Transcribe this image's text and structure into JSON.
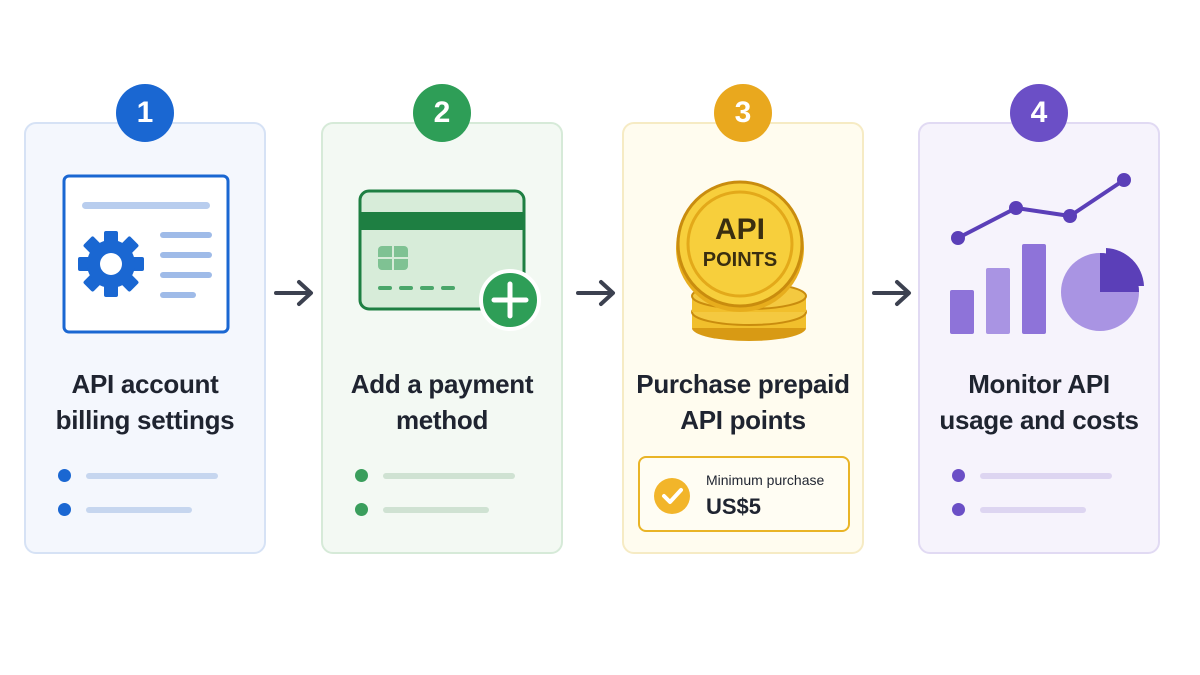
{
  "steps": [
    {
      "number": "1",
      "title_line1": "API account",
      "title_line2": "billing settings",
      "accent": "#1a67d2",
      "icon": "settings-window-icon"
    },
    {
      "number": "2",
      "title_line1": "Add a payment",
      "title_line2": "method",
      "accent": "#2e9e57",
      "icon": "credit-card-add-icon"
    },
    {
      "number": "3",
      "title_line1": "Purchase prepaid",
      "title_line2": "API points",
      "accent": "#e9a81e",
      "icon": "api-points-coins-icon",
      "coin_text_line1": "API",
      "coin_text_line2": "POINTS",
      "note_label": "Minimum purchase",
      "note_value": "US$5"
    },
    {
      "number": "4",
      "title_line1": "Monitor API",
      "title_line2": "usage and costs",
      "accent": "#6b4fc6",
      "icon": "usage-charts-icon"
    }
  ],
  "arrows": [
    "arrow-right-icon",
    "arrow-right-icon",
    "arrow-right-icon"
  ]
}
